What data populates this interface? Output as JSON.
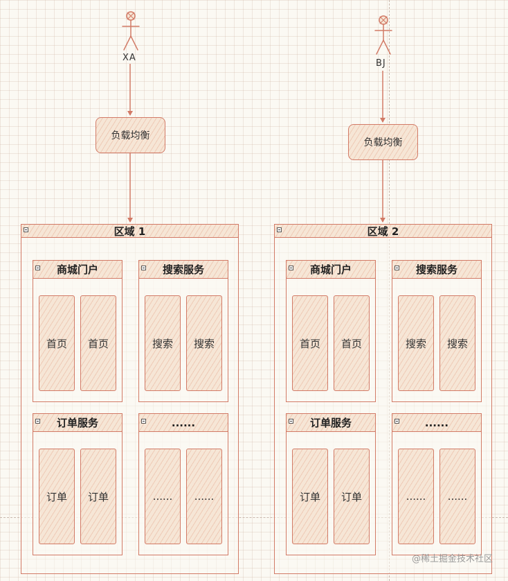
{
  "colors": {
    "stroke": "#d27a66",
    "fill": "#f6e6d6",
    "background": "#fbf9f3"
  },
  "actors": [
    {
      "id": "xa",
      "label": "XA",
      "icon": "stick-figure-icon"
    },
    {
      "id": "bj",
      "label": "BJ",
      "icon": "stick-figure-icon"
    }
  ],
  "load_balancers": [
    {
      "label": "负载均衡"
    },
    {
      "label": "负载均衡"
    }
  ],
  "regions": [
    {
      "title": "区域 1",
      "services": [
        {
          "title": "商城门户",
          "nodes": [
            "首页",
            "首页"
          ]
        },
        {
          "title": "搜索服务",
          "nodes": [
            "搜索",
            "搜索"
          ]
        },
        {
          "title": "订单服务",
          "nodes": [
            "订单",
            "订单"
          ]
        },
        {
          "title": "......",
          "nodes": [
            "......",
            "......"
          ]
        }
      ]
    },
    {
      "title": "区域 2",
      "services": [
        {
          "title": "商城门户",
          "nodes": [
            "首页",
            "首页"
          ]
        },
        {
          "title": "搜索服务",
          "nodes": [
            "搜索",
            "搜索"
          ]
        },
        {
          "title": "订单服务",
          "nodes": [
            "订单",
            "订单"
          ]
        },
        {
          "title": "......",
          "nodes": [
            "......",
            "......"
          ]
        }
      ]
    }
  ],
  "watermark": "@稀土掘金技术社区"
}
